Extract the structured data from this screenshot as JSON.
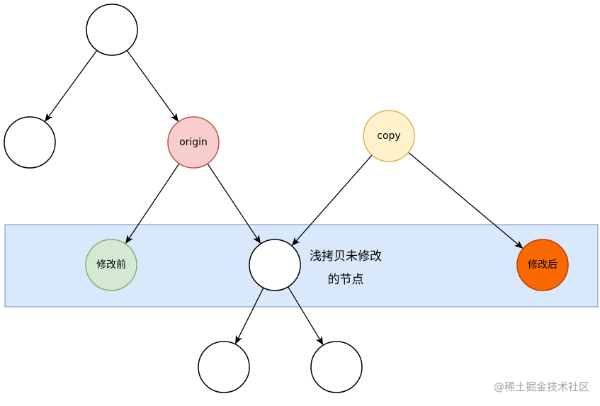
{
  "nodes": {
    "root": {
      "label": "",
      "fill": "#ffffff",
      "stroke": "#000000"
    },
    "left_child": {
      "label": "",
      "fill": "#ffffff",
      "stroke": "#000000"
    },
    "origin": {
      "label": "origin",
      "fill": "#f8cecc",
      "stroke": "#b85450"
    },
    "copy": {
      "label": "copy",
      "fill": "#fff2cc",
      "stroke": "#d6b656"
    },
    "before_modify": {
      "label": "修改前",
      "fill": "#d5e8d4",
      "stroke": "#82b366"
    },
    "shared_node": {
      "label": "",
      "fill": "#ffffff",
      "stroke": "#000000"
    },
    "after_modify": {
      "label": "修改后",
      "fill": "#fa6800",
      "stroke": "#c73500",
      "text_color": "#ffffff"
    },
    "shared_left": {
      "label": "",
      "fill": "#ffffff",
      "stroke": "#000000"
    },
    "shared_right": {
      "label": "",
      "fill": "#ffffff",
      "stroke": "#000000"
    }
  },
  "region": {
    "fill": "#dae8fc",
    "stroke": "#6c8ebf"
  },
  "note": {
    "line1": "浅拷贝未修改",
    "line2": "的节点"
  },
  "edges": [
    {
      "from": "root",
      "to": "left_child"
    },
    {
      "from": "root",
      "to": "origin"
    },
    {
      "from": "origin",
      "to": "before_modify"
    },
    {
      "from": "origin",
      "to": "shared_node"
    },
    {
      "from": "copy",
      "to": "shared_node"
    },
    {
      "from": "copy",
      "to": "after_modify"
    },
    {
      "from": "shared_node",
      "to": "shared_left"
    },
    {
      "from": "shared_node",
      "to": "shared_right"
    }
  ],
  "watermark": "@稀土掘金技术社区"
}
